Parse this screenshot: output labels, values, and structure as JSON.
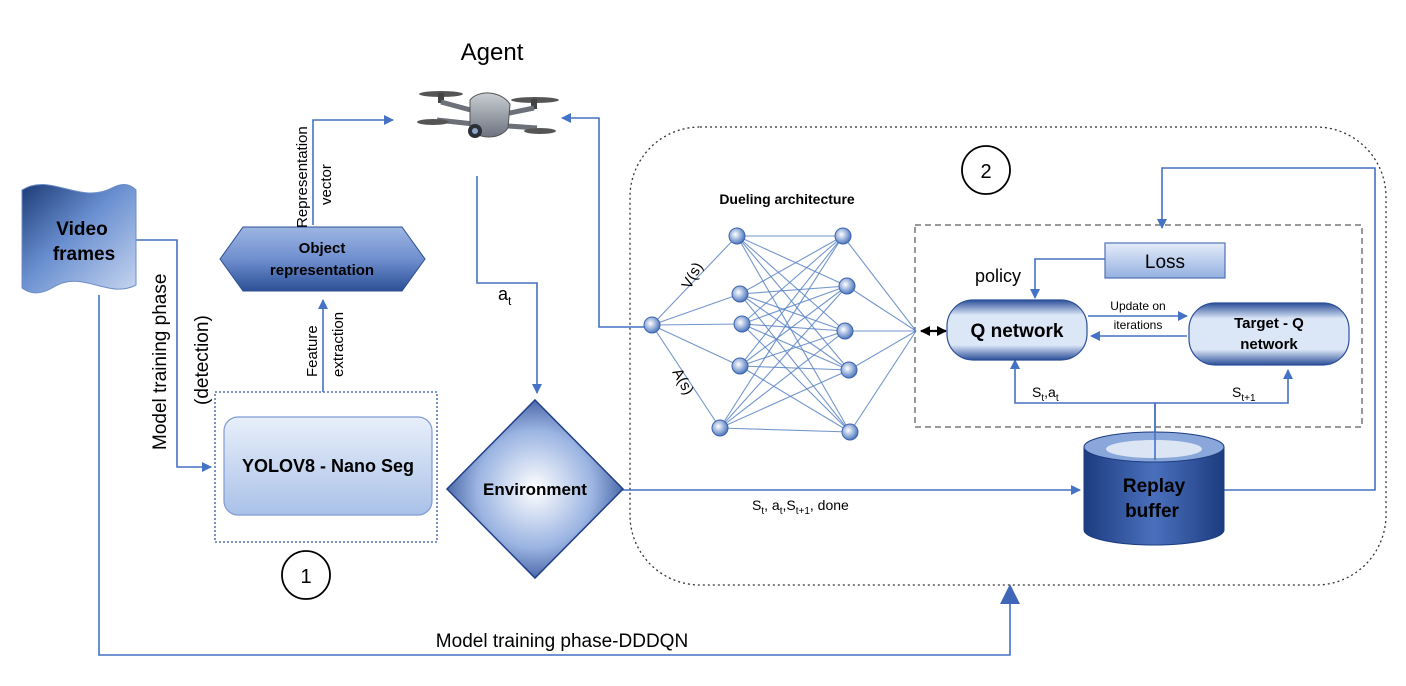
{
  "title": "Agent",
  "inputs": {
    "video_frames_line1": "Video",
    "video_frames_line2": "frames"
  },
  "yolo_box": "YOLOV8 - Nano Seg",
  "object_representation": {
    "line1": "Object",
    "line2": "representation"
  },
  "labels": {
    "feature_extraction_1": "Feature",
    "feature_extraction_2": "extraction",
    "representation_vector_1": "Representation",
    "representation_vector_2": "vector",
    "model_training_detection_1": "Model training phase",
    "model_training_detection_2": "(detection)",
    "action_base": "a",
    "action_sub": "t",
    "environment": "Environment",
    "transition_s": "S",
    "transition_s_sub": "t",
    "transition_a": ", a",
    "transition_a_sub": "t",
    "transition_s2": ",S",
    "transition_s2_sub": "t+1",
    "transition_done": ", done",
    "model_training_dddqn": "Model training phase-DDDQN"
  },
  "dueling": {
    "title": "Dueling architecture",
    "value_label": "V(s)",
    "advantage_label": "A(s)"
  },
  "qblock": {
    "loss": "Loss",
    "policy": "policy",
    "q_network": "Q network",
    "update_1": "Update on",
    "update_2": "iterations",
    "target_1": "Target - Q",
    "target_2": "network",
    "st_at_s": "S",
    "st_at_s_sub": "t",
    "st_at_a": ",a",
    "st_at_a_sub": "t",
    "st1_s": "S",
    "st1_sub": "t+1"
  },
  "replay": {
    "line1": "Replay",
    "line2": "buffer"
  },
  "markers": {
    "one": "1",
    "two": "2"
  },
  "colors": {
    "arrow": "#4472c4",
    "dark_blue": "#1f3a7a",
    "light_blue": "#c9d9f2",
    "node": "#5b84c4"
  }
}
